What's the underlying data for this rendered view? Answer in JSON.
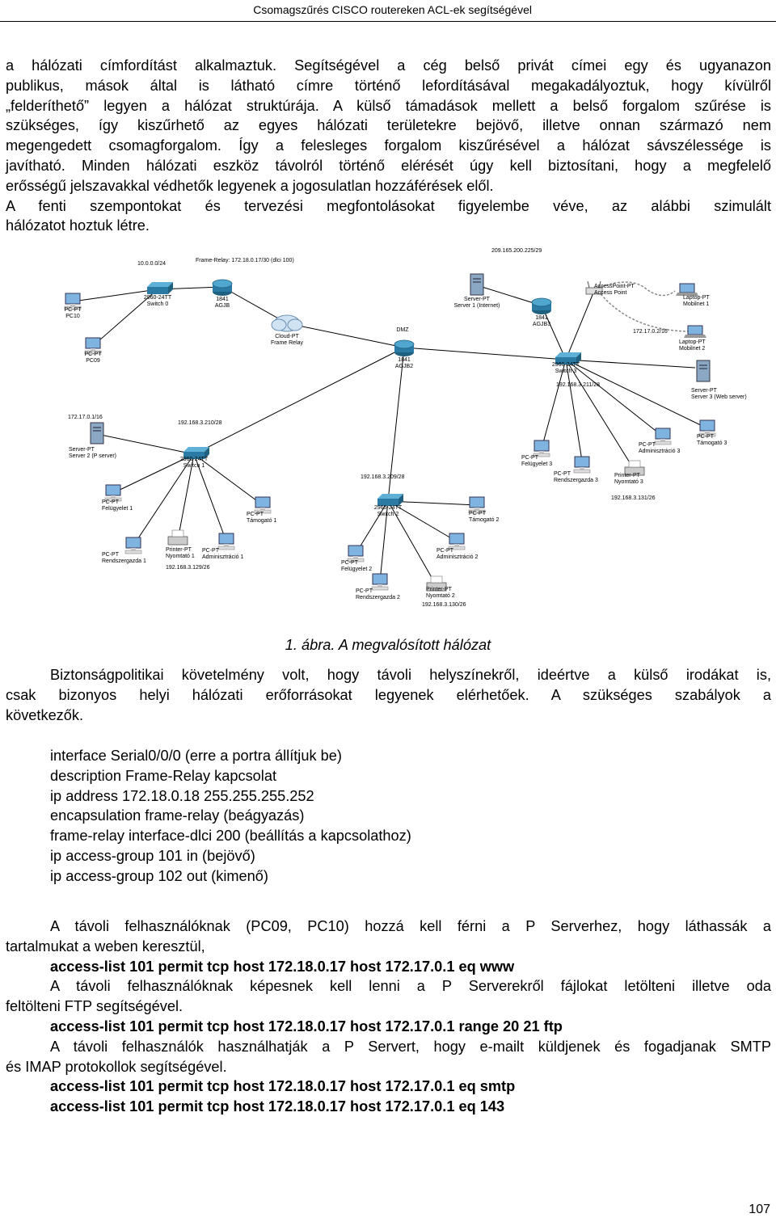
{
  "header": {
    "title": "Csomagszűrés CISCO routereken ACL-ek segítségével"
  },
  "intro": {
    "lines": [
      "a hálózati címfordítást alkalmaztuk. Segítségével a cég belső privát címei egy és ugyanazon",
      "publikus, mások által is látható címre történő lefordításával megakadályoztuk, hogy kívülről",
      "„felderíthető” legyen a hálózat struktúrája. A külső támadások mellett a belső forgalom szűrése is",
      "szükséges, így kiszűrhető az egyes hálózati területekre bejövő, illetve onnan származó nem",
      "megengedett csomagforgalom. Így a felesleges forgalom kiszűrésével a hálózat sávszélessége is",
      "javítható. Minden hálózati eszköz távolról történő elérését úgy kell biztosítani, hogy a megfelelő",
      "erősségű jelszavakkal védhetők legyenek a jogosulatlan hozzáférések elől.",
      "A fenti szempontokat és tervezési megfontolásokat figyelembe véve, az alábbi szimulált",
      "hálózatot hoztuk létre."
    ]
  },
  "figure": {
    "labels": {
      "net_10": "10.0.0.0/24",
      "frame_relay_label": "Frame-Relay: 172.18.0.17/30 (dlci 100)",
      "net_209": "209.165.200.225/29",
      "switch0": "2960-24TT\nSwitch 0",
      "router_agjb": "1841\nAGJB",
      "server1": "Server-PT\nServer 1 (Internet)",
      "ap": "AccessPoint-PT\nAccess Point",
      "laptop1": "Laptop-PT\nMobilnet 1",
      "pc10": "PC-PT\nPC10",
      "pc09": "PC-PT\nPC09",
      "cloud": "Cloud-PT\nFrame Relay",
      "dmz": "DMZ",
      "agjb2": "1841\nAGJB2",
      "agjb3": "1841\nAGJB3",
      "net_172_17_0_2": "172.17.0.2/16",
      "laptop2": "Laptop-PT\nMobilnet 2",
      "switch3": "2960-24TT\nSwitch 3",
      "net_211": "192.168.3.211/28",
      "server3": "Server-PT\nServer 3 (Web server)",
      "net_172_17_0_1": "172.17.0.1/16",
      "net_210": "192.168.3.210/28",
      "server2": "Server-PT\nServer 2 (P server)",
      "switch1": "2960-24TT\nSwitch 1",
      "felugyelet3": "PC-PT\nFelügyelet 3",
      "admin3": "PC-PT\nAdminisztráció 3",
      "tamogato3": "PC-PT\nTámogató 3",
      "net_209_3": "192.168.3.209/28",
      "rendszer3": "PC-PT\nRendszergazda 3",
      "printer3": "Printer-PT\nNyomtató 3",
      "net_131": "192.168.3.131/26",
      "felugyelet1": "PC-PT\nFelügyelet 1",
      "tamogato1": "PC-PT\nTámogató 1",
      "switch2": "2960-24TT\nSwitch 2",
      "tamogato2": "PC-PT\nTámogató 2",
      "printer1": "Printer-PT\nNyomtató 1",
      "admin1": "PC-PT\nAdminisztráció 1",
      "admin2": "PC-PT\nAdminisztráció 2",
      "rendszer1": "PC-PT\nRendszergazda 1",
      "net_129": "192.168.3.129/26",
      "felugyelet2": "PC-PT\nFelügyelet 2",
      "printer2": "Printer-PT\nNyomtató 2",
      "rendszer2": "PC-PT\nRendszergazda 2",
      "net_130": "192.168.3.130/26"
    }
  },
  "caption": "1.   ábra. A megvalósított hálózat",
  "policy": {
    "lines": [
      "Biztonságpolitikai követelmény volt, hogy távoli helyszínekről, ideértve a külső irodákat is,",
      "csak bizonyos helyi hálózati erőforrásokat legyenek elérhetőek. A szükséges szabályok a",
      "következők."
    ]
  },
  "config": [
    "interface Serial0/0/0 (erre a portra állítjuk be)",
    "description Frame-Relay kapcsolat",
    "ip address 172.18.0.18 255.255.255.252",
    "encapsulation frame-relay (beágyazás)",
    "frame-relay interface-dlci 200 (beállítás a kapcsolathoz)",
    "ip access-group 101 in (bejövő)",
    "ip access-group 102 out (kimenő)"
  ],
  "rules": {
    "r1_text": [
      "A távoli felhasználóknak (PC09, PC10) hozzá kell férni a P Serverhez, hogy láthassák a",
      "tartalmukat a weben keresztül,"
    ],
    "r1_cmd": "access-list 101 permit tcp host 172.18.0.17 host 172.17.0.1 eq www",
    "r2_text": [
      "A távoli felhasználóknak képesnek kell lenni a P Serverekről fájlokat letölteni illetve oda",
      "feltölteni FTP segítségével."
    ],
    "r2_cmd": "access-list 101 permit tcp host 172.18.0.17 host 172.17.0.1 range 20 21 ftp",
    "r3_text": [
      "A távoli felhasználók használhatják a P Servert, hogy e-mailt küldjenek és fogadjanak SMTP",
      "és IMAP protokollok segítségével."
    ],
    "r3_cmd1": "access-list 101 permit tcp host 172.18.0.17 host 172.17.0.1 eq smtp",
    "r3_cmd2": "access-list 101 permit tcp host 172.18.0.17 host 172.17.0.1 eq 143"
  },
  "page_number": "107"
}
